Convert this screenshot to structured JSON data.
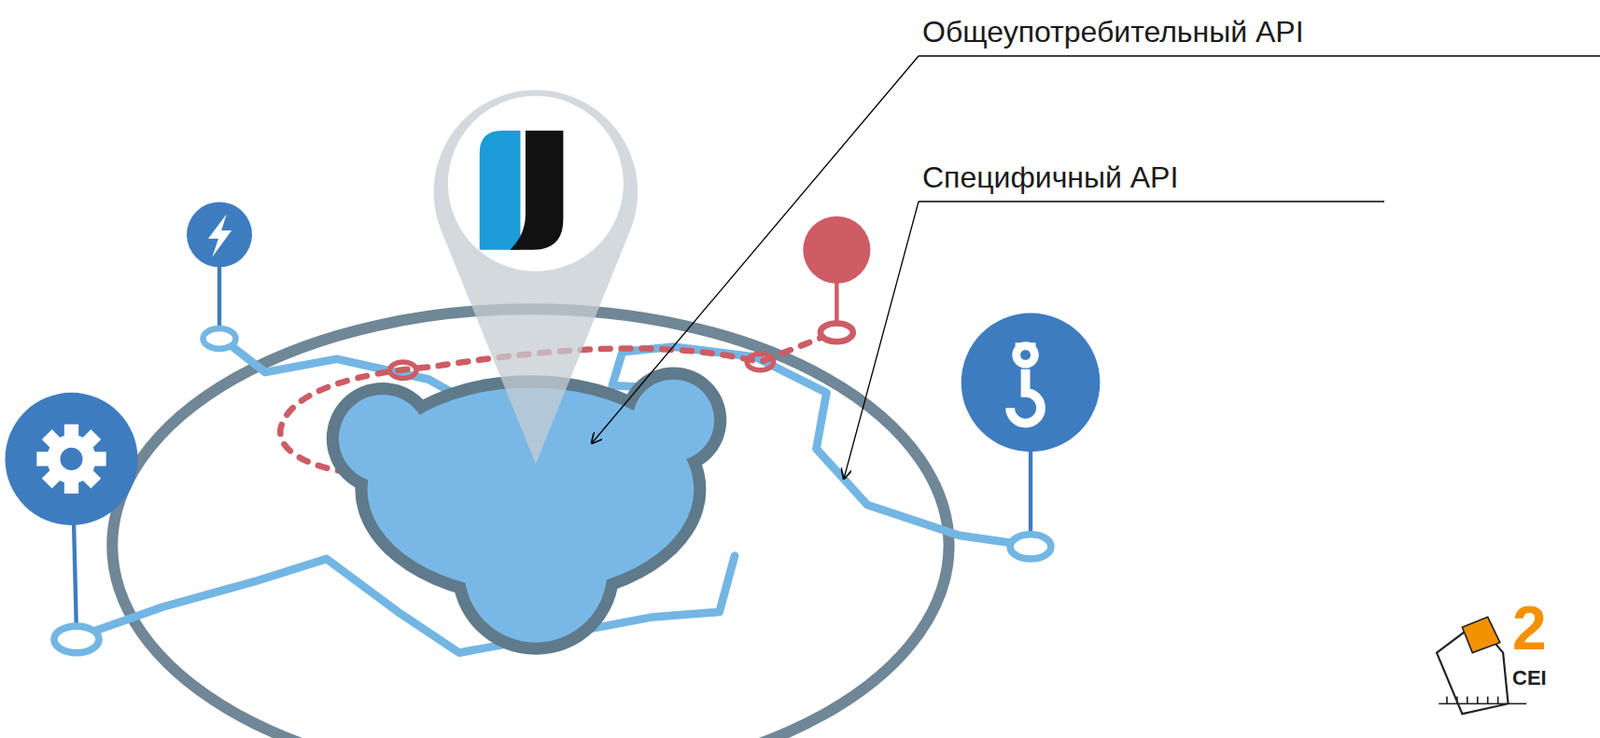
{
  "diagram": {
    "labels": [
      "Общеупотребительный API",
      "Специфичный API",
      "2",
      "CEI"
    ]
  }
}
